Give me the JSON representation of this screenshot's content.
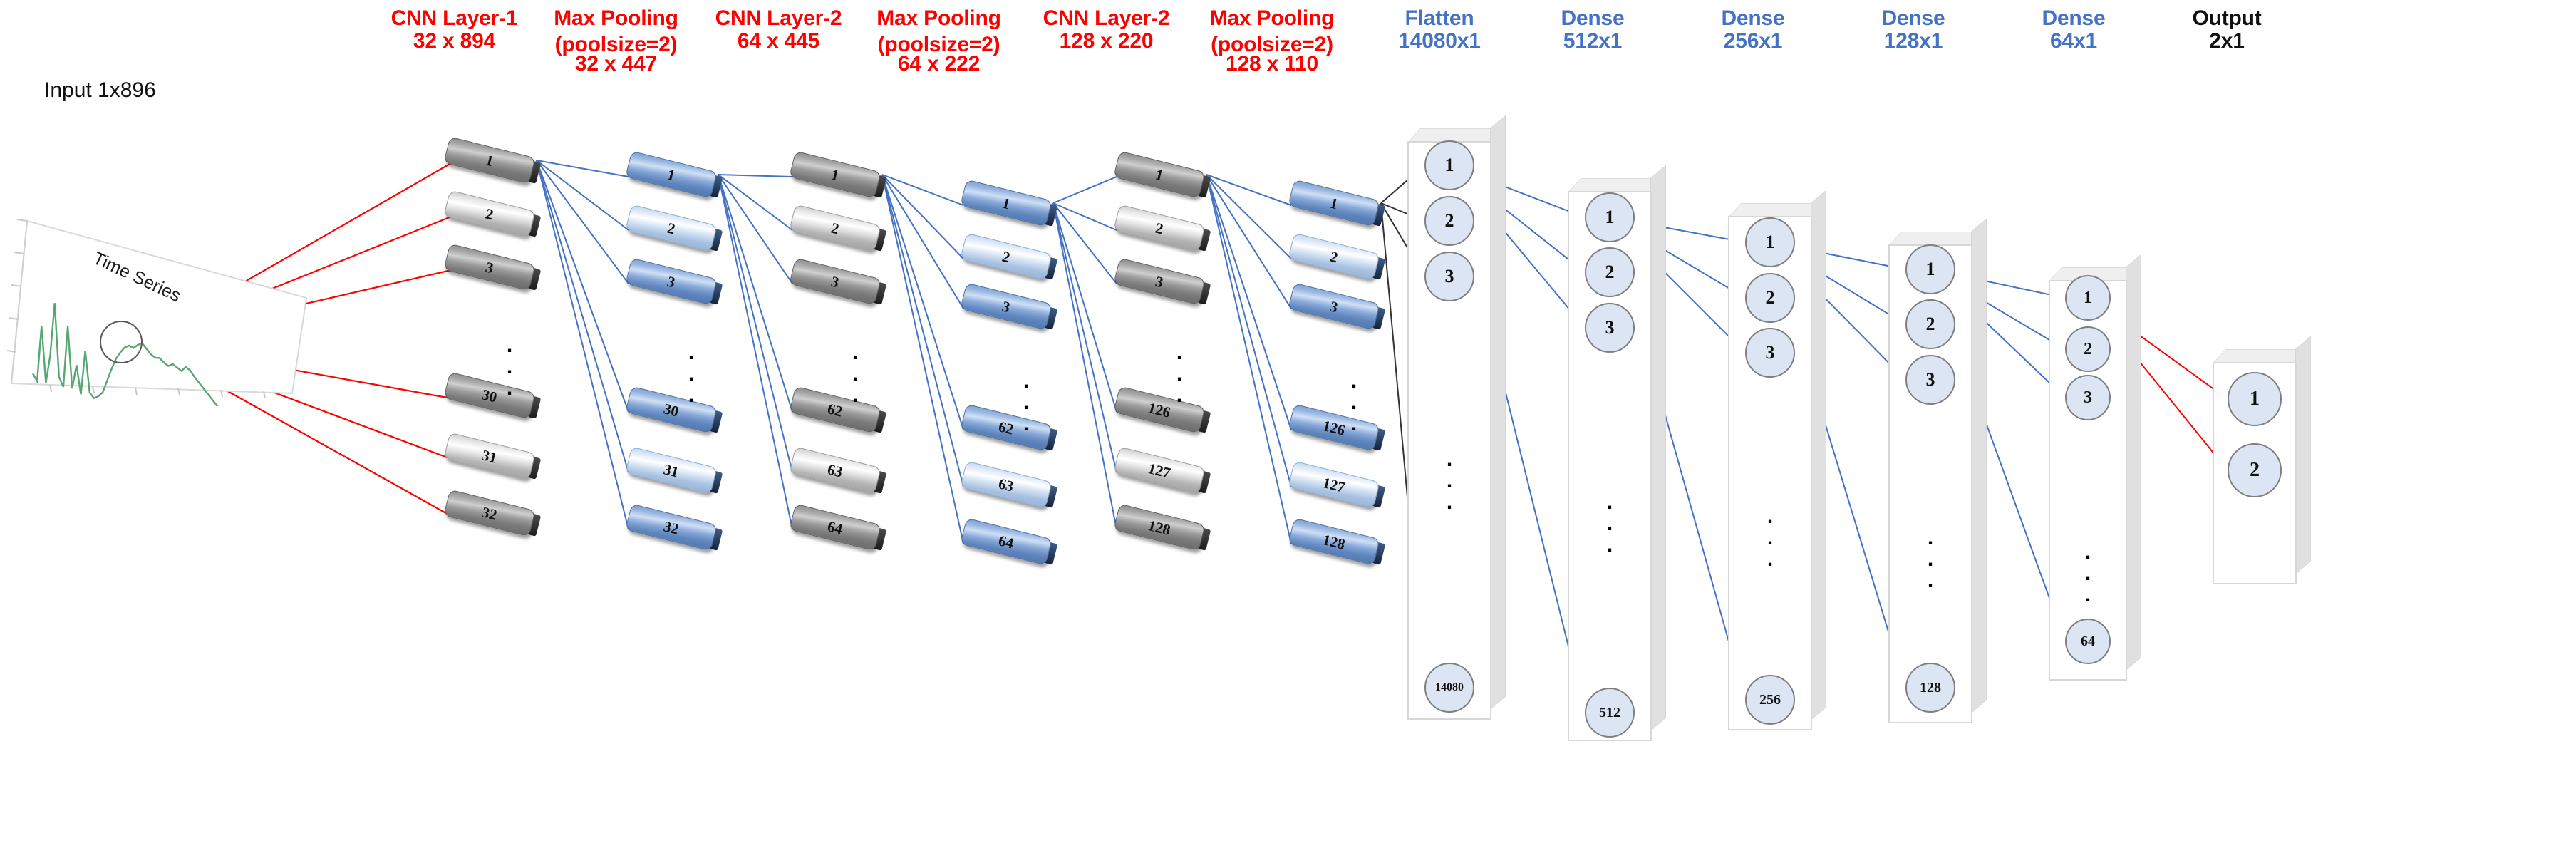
{
  "diagram": {
    "title": "1D CNN time-series classification architecture",
    "input": {
      "label": "Input 1x896",
      "chart_title": "Time Series"
    },
    "colors": {
      "conv_label": "#FF0000",
      "dense_label": "#4472C4",
      "output_label": "#111111",
      "red_edge": "#FF0000",
      "blue_edge": "#4472C4",
      "black_edge": "#333333",
      "neuron_fill": "#DBE5F3",
      "series_line": "#57A773"
    },
    "columns": [
      {
        "id": "cnn1",
        "title": "CNN Layer-1",
        "shape": "32 x 894",
        "label_color": "red",
        "kind": "slabs",
        "units": [
          "1",
          "2",
          "3",
          "30",
          "31",
          "32"
        ],
        "has_ellipsis": true
      },
      {
        "id": "pool1",
        "title": "Max Pooling\n(poolsize=2)",
        "shape": "32 x 447",
        "label_color": "red",
        "kind": "slabs",
        "units": [
          "1",
          "2",
          "3",
          "30",
          "31",
          "32"
        ],
        "has_ellipsis": true
      },
      {
        "id": "cnn2",
        "title": "CNN Layer-2",
        "shape": "64 x 445",
        "label_color": "red",
        "kind": "slabs",
        "units": [
          "1",
          "2",
          "3",
          "62",
          "63",
          "64"
        ],
        "has_ellipsis": true
      },
      {
        "id": "pool2",
        "title": "Max Pooling\n(poolsize=2)",
        "shape": "64 x 222",
        "label_color": "red",
        "kind": "slabs",
        "units": [
          "1",
          "2",
          "3",
          "62",
          "63",
          "64"
        ],
        "has_ellipsis": true
      },
      {
        "id": "cnn3",
        "title": "CNN Layer-2",
        "shape": "128 x 220",
        "label_color": "red",
        "kind": "slabs",
        "units": [
          "1",
          "2",
          "3",
          "126",
          "127",
          "128"
        ],
        "has_ellipsis": true
      },
      {
        "id": "pool3",
        "title": "Max Pooling\n(poolsize=2)",
        "shape": "128 x 110",
        "label_color": "red",
        "kind": "slabs",
        "units": [
          "1",
          "2",
          "3",
          "126",
          "127",
          "128"
        ],
        "has_ellipsis": true
      },
      {
        "id": "flatten",
        "title": "Flatten",
        "shape": "14080x1",
        "label_color": "blue",
        "kind": "neurons",
        "units": [
          "1",
          "2",
          "3",
          "14080"
        ],
        "has_ellipsis": true
      },
      {
        "id": "dense512",
        "title": "Dense",
        "shape": "512x1",
        "label_color": "blue",
        "kind": "neurons",
        "units": [
          "1",
          "2",
          "3",
          "512"
        ],
        "has_ellipsis": true
      },
      {
        "id": "dense256",
        "title": "Dense",
        "shape": "256x1",
        "label_color": "blue",
        "kind": "neurons",
        "units": [
          "1",
          "2",
          "3",
          "256"
        ],
        "has_ellipsis": true
      },
      {
        "id": "dense128",
        "title": "Dense",
        "shape": "128x1",
        "label_color": "blue",
        "kind": "neurons",
        "units": [
          "1",
          "2",
          "3",
          "128"
        ],
        "has_ellipsis": true
      },
      {
        "id": "dense64",
        "title": "Dense",
        "shape": "64x1",
        "label_color": "blue",
        "kind": "neurons",
        "units": [
          "1",
          "2",
          "3",
          "64"
        ],
        "has_ellipsis": true
      },
      {
        "id": "output",
        "title": "Output",
        "shape": "2x1",
        "label_color": "black",
        "kind": "neurons",
        "units": [
          "1",
          "2"
        ],
        "has_ellipsis": false
      }
    ]
  },
  "chart_data": {
    "type": "line",
    "title": "Time Series",
    "series": [
      {
        "name": "Time Series",
        "values": [
          0.08,
          0.02,
          0.55,
          0.03,
          0.3,
          0.8,
          0.12,
          0.04,
          0.62,
          0.05,
          0.28,
          0.02,
          0.44,
          0.06,
          0.02,
          0.05,
          0.1,
          0.22,
          0.34,
          0.45,
          0.52,
          0.58,
          0.61,
          0.6,
          0.64,
          0.67,
          0.63,
          0.59,
          0.57,
          0.58,
          0.55,
          0.53,
          0.56,
          0.54,
          0.52,
          0.57,
          0.55,
          0.5,
          0.46,
          0.42,
          0.38,
          0.34,
          0.3,
          0.26,
          0.22,
          0.18,
          0.14,
          0.1,
          0.08,
          0.2,
          0.32,
          0.26,
          0.18,
          0.12,
          0.1,
          0.09,
          0.08,
          0.07,
          0.06,
          0.05
        ]
      }
    ],
    "xlabel": "",
    "ylabel": "",
    "grid": false,
    "legend": "none"
  }
}
